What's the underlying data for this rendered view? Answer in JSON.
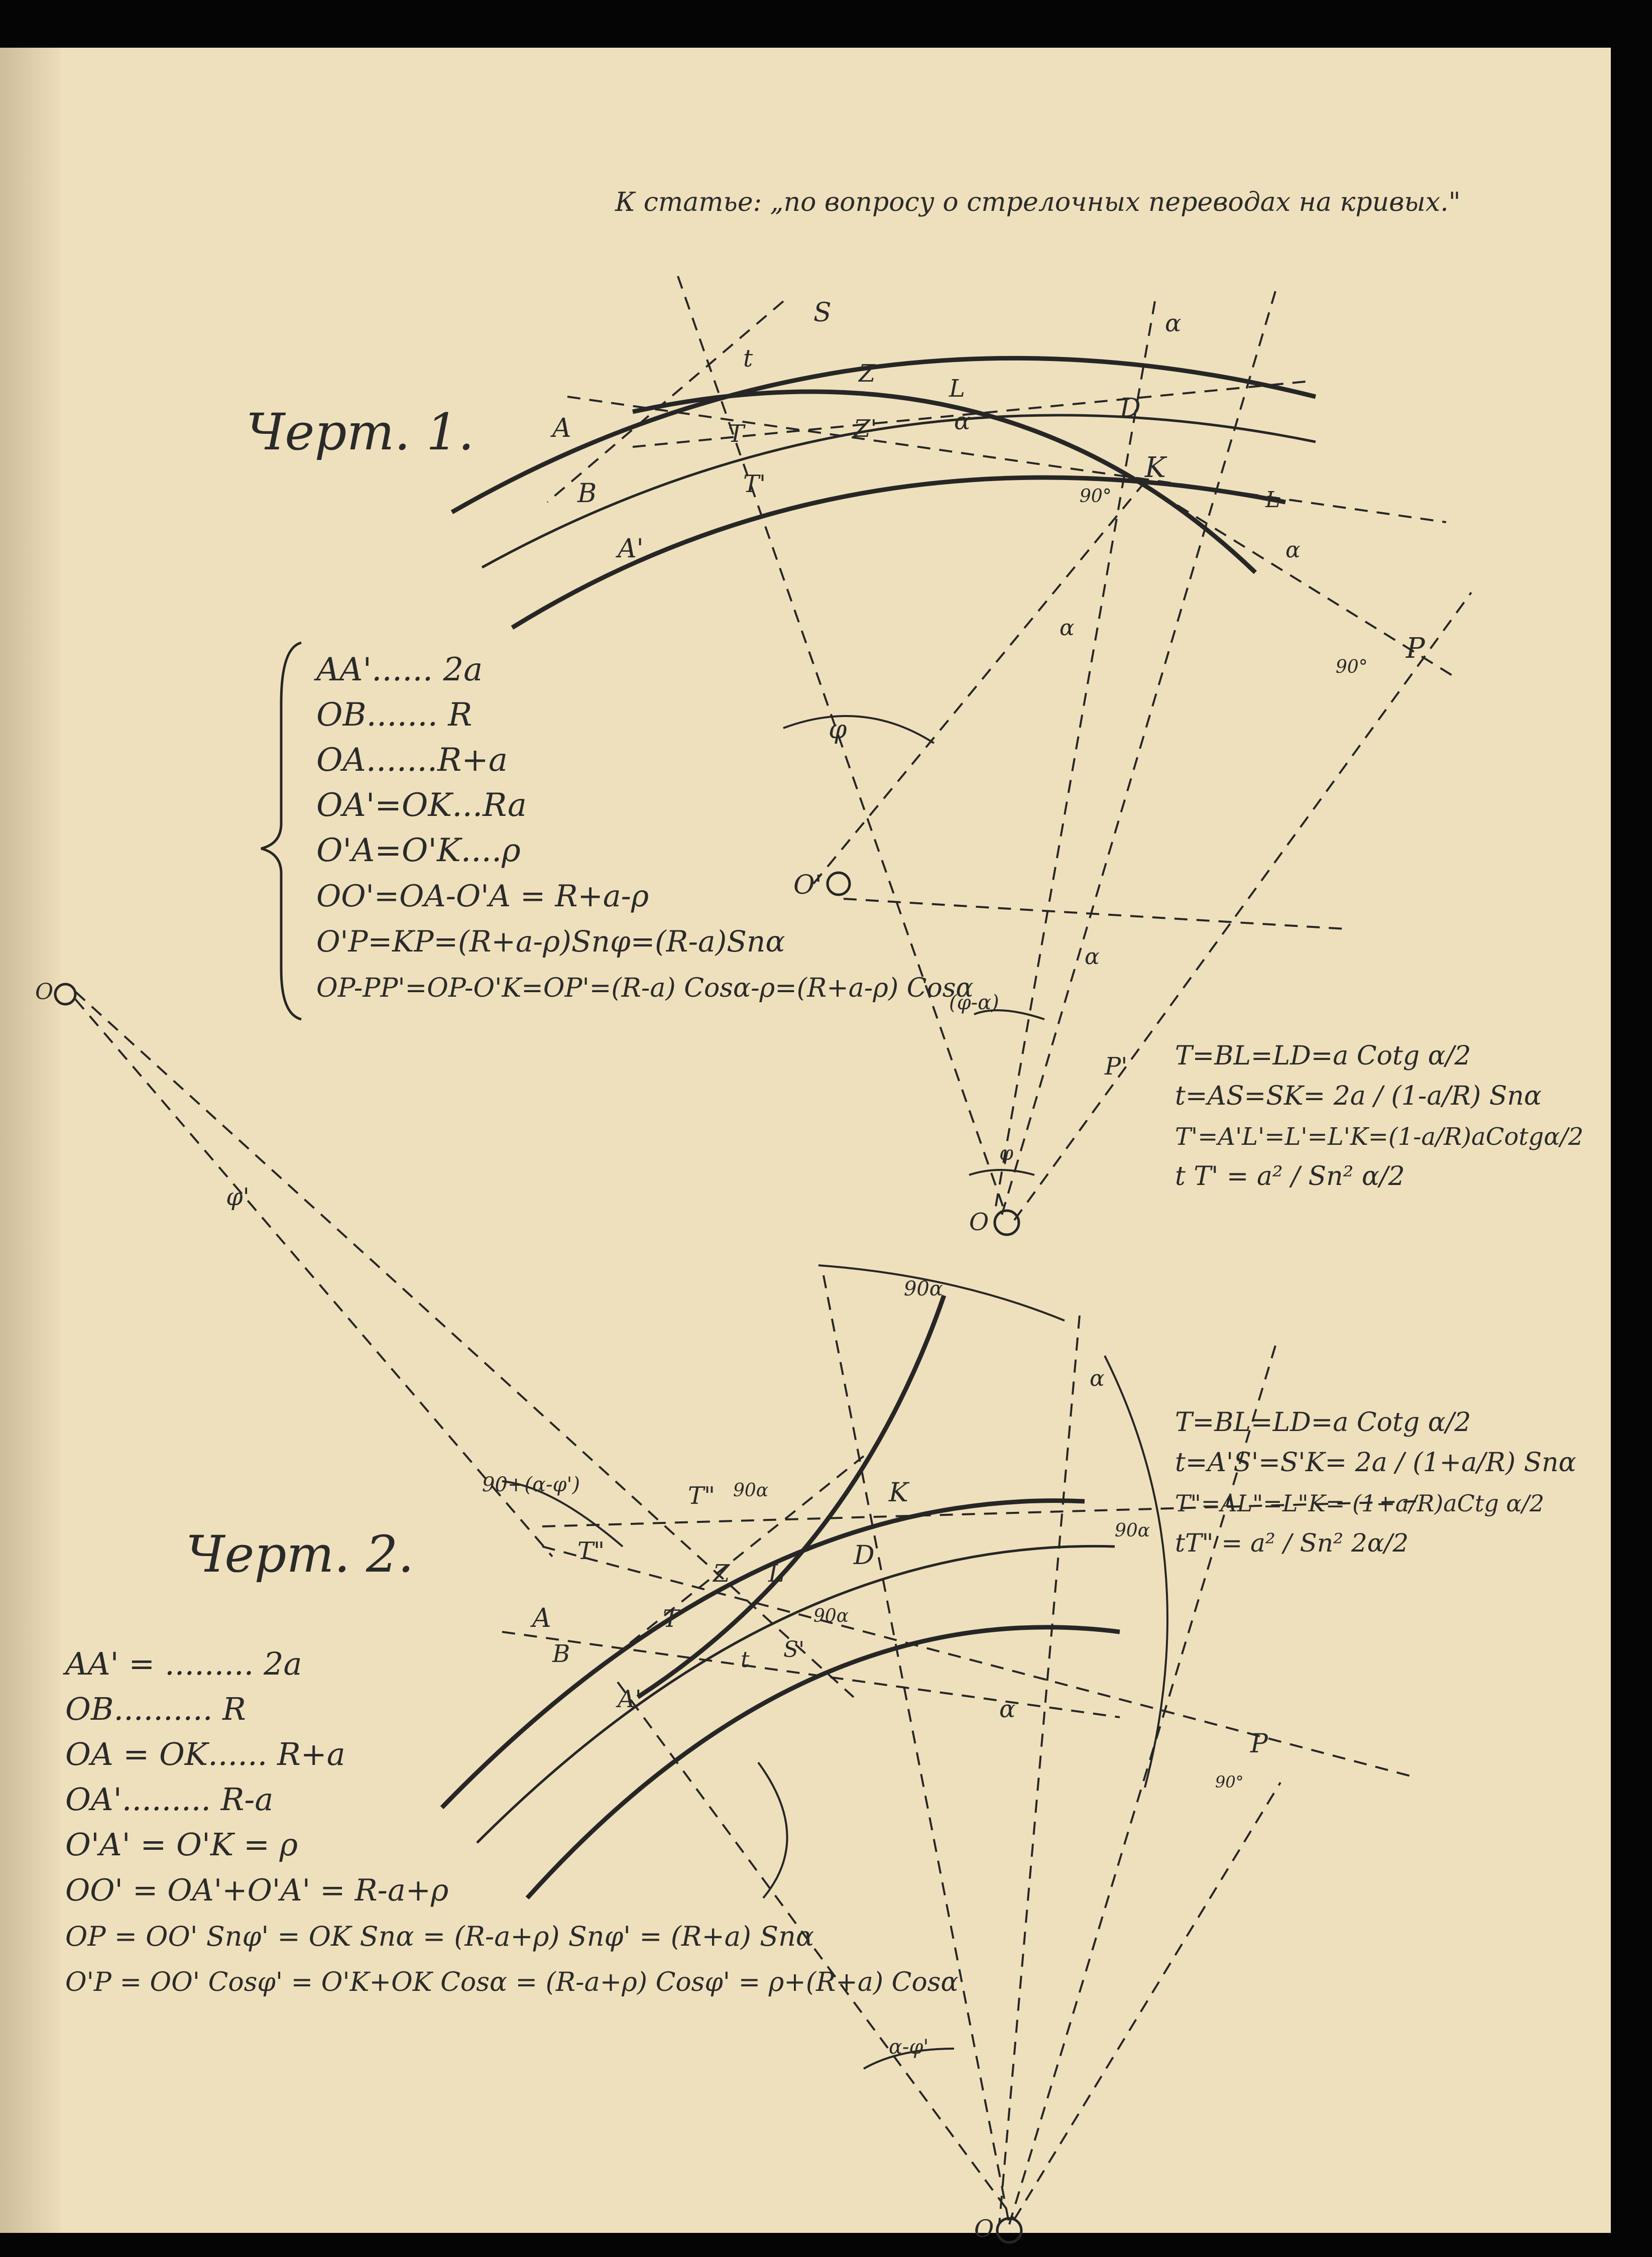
{
  "colors": {
    "paper": "#efe0bd",
    "ink": "#262626",
    "background": "#050505"
  },
  "header": {
    "title": "К статье: „по вопросу о стрелочных переводах на кривых.\""
  },
  "fig1": {
    "title": "Черт. 1.",
    "points": {
      "S": "S",
      "t": "t",
      "Z": "Z",
      "Z2": "Z'",
      "A": "A",
      "T": "T",
      "L": "L",
      "a1": "α",
      "D": "D",
      "K": "K",
      "B": "B",
      "T2": "T'",
      "A2": "A'",
      "deg90a": "90°",
      "alpha_right": "α",
      "alpha_top": "α",
      "alpha_mid": "α",
      "P": "P",
      "deg90b": "90°",
      "phi": "φ",
      "O2": "O'",
      "alpha_lower": "α",
      "P2": "P'",
      "phi_alpha": "(φ-α)",
      "phi_low": "φ",
      "O": "O",
      "L_top": "L"
    },
    "legend": [
      "AA'...... 2a",
      "OB....... R",
      "OA.......R+a",
      "OA'=OK...Ra",
      "O'A=O'K....ρ",
      "OO'=OA-O'A = R+a-ρ",
      "O'P=KP=(R+a-ρ)Snφ=(R-a)Snα",
      "OP-PP'=OP-O'K=OP'=(R-a) Cosα-ρ=(R+a-ρ) Cosα"
    ],
    "formulas": [
      "T=BL=LD=a Cotg α/2",
      "t=AS=SK= 2a / (1-a/R) Snα",
      "T'=A'L'=L'=L'K=(1-a/R)aCotgα/2",
      "t T' = a² / Sn² α/2"
    ]
  },
  "side": {
    "phi2": "φ'",
    "O_left": "O"
  },
  "fig2": {
    "title": "Черт. 2.",
    "points": {
      "top_angle": "90α",
      "alpha_r": "α",
      "ang_left": "90+(α-φ')",
      "T3": "T\"",
      "ang_90a": "90α",
      "T4": "T\"",
      "K": "K",
      "D": "D",
      "Z": "Z",
      "L": "L",
      "deg90a": "90α",
      "A": "A",
      "T": "T",
      "t": "t",
      "S2": "S'",
      "B": "B",
      "A2": "A'",
      "alpha_mid": "α",
      "ang_90r": "90α",
      "P": "P",
      "deg90": "90°",
      "alpha_phi": "α-φ'",
      "O": "O"
    },
    "legend": [
      "AA' = ......... 2a",
      "OB.......... R",
      "OA = OK...... R+a",
      "OA'......... R-a",
      "O'A' = O'K = ρ",
      "OO' = OA'+O'A' = R-a+ρ",
      "OP = OO' Snφ' = OK Snα = (R-a+ρ) Snφ' = (R+a) Snα",
      "O'P = OO' Cosφ' = O'K+OK Cosα = (R-a+ρ) Cosφ' = ρ+(R+a) Cosα"
    ],
    "formulas": [
      "T=BL=LD=a Cotg α/2",
      "t=A'S'=S'K= 2a / (1+a/R) Snα",
      "T\"=AL\"=L\"K= (1+a/R)aCtg α/2",
      "tT\" = a² / Sn² 2α/2"
    ]
  }
}
